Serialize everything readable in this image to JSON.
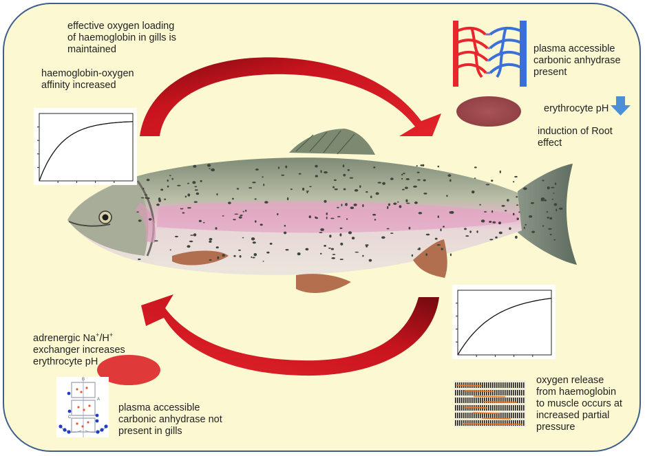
{
  "labels": {
    "gill_loading": "effective oxygen loading\nof haemoglobin in gills is\nmaintained",
    "affinity": "haemoglobin-oxygen\naffinity increased",
    "plasma_present": "plasma accessible\ncarbonic anhydrase\npresent",
    "erythrocyte_ph_down": "erythrocyte  pH",
    "root_effect": "induction of Root\neffect",
    "adrenergic_prefix": "adrenergic Na",
    "adrenergic_sup1": "+",
    "adrenergic_mid": "/H",
    "adrenergic_sup2": "+",
    "adrenergic_rest": "exchanger increases\nerythrocyte  pH",
    "plasma_not_present": "plasma accessible\ncarbonic anhydrase not\npresent in gills",
    "oxygen_release": "oxygen release\nfrom haemoglobin\nto muscle occurs at\nincreased partial\npressure",
    "diagram_letters": [
      "B",
      "A",
      "C"
    ]
  },
  "colors": {
    "panel_bg": "#fbf8d2",
    "panel_border": "#3f5f8a",
    "arrow_red": "#c8141e",
    "arrow_dark": "#7a0a0f",
    "cell_gills": "#e0393a",
    "cell_muscle": "#9e4b4f",
    "down_arrow": "#4d8fd6",
    "artery": "#e8262c",
    "vein": "#3b6fd9"
  },
  "curves": [
    {
      "name": "gill-curve",
      "k": 4.2
    },
    {
      "name": "muscle-curve",
      "k": 2.6
    }
  ]
}
